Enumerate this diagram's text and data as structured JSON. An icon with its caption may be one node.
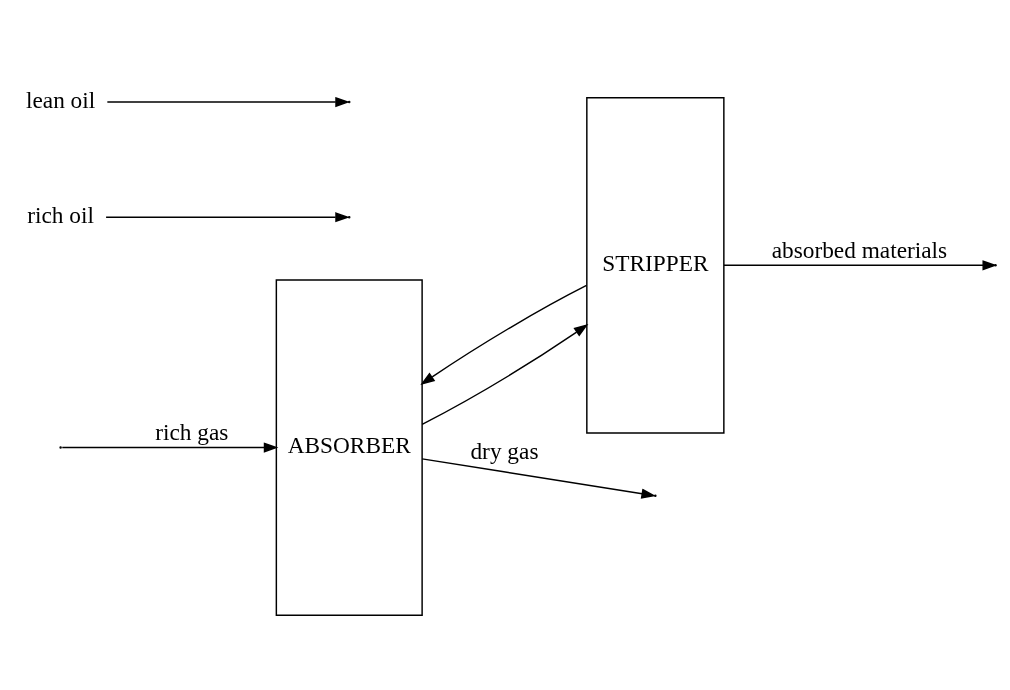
{
  "diagram": {
    "nodes": [
      {
        "text": [
          "ABSORBER"
        ]
      },
      {
        "text": [
          "STRIPPER"
        ]
      },
      {
        "text": [
          "rich oil"
        ]
      },
      {
        "text": [
          "lean oil"
        ]
      }
    ],
    "edges": [
      {
        "from": 0,
        "to": null,
        "arrow": "to",
        "label": "dry gas"
      },
      {
        "from": null,
        "to": 0,
        "arrow": "to",
        "label": "rich gas"
      },
      {
        "from": 0,
        "to": 1,
        "arrow": "to"
      },
      {
        "from": 1,
        "to": 0,
        "arrow": "to"
      },
      {
        "from": 1,
        "to": null,
        "arrow": "to",
        "label": "absorbed materials"
      },
      {
        "from": 2,
        "to": null,
        "arrow": "to"
      },
      {
        "from": 3,
        "to": null,
        "arrow": "to"
      }
    ]
  }
}
